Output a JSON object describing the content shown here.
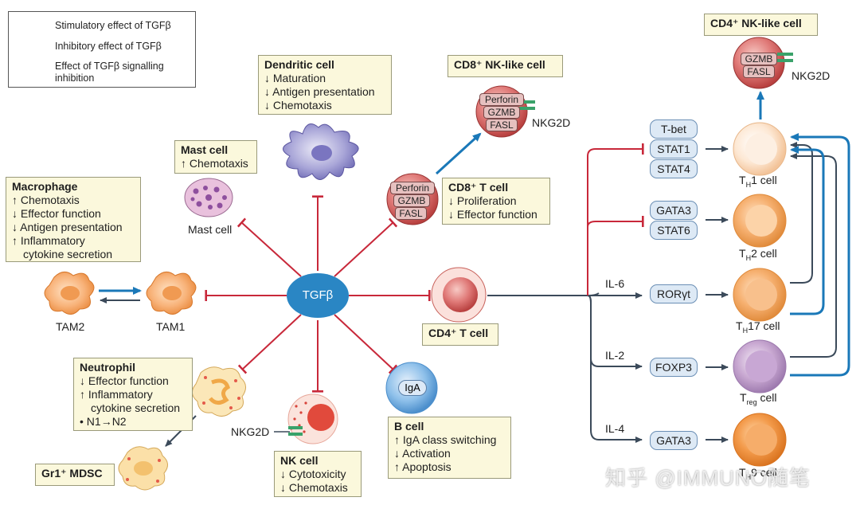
{
  "legend": {
    "stim": "Stimulatory effect of TGFβ",
    "inhib": "Inhibitory effect of TGFβ",
    "sig1": "Effect of TGFβ signalling",
    "sig2": "inhibition"
  },
  "center": "TGFβ",
  "dendritic": {
    "title": "Dendritic cell",
    "l1": "↓ Maturation",
    "l2": "↓ Antigen presentation",
    "l3": "↓ Chemotaxis"
  },
  "mast": {
    "title": "Mast cell",
    "l1": "↑ Chemotaxis",
    "label": "Mast cell"
  },
  "macrophage": {
    "title": "Macrophage",
    "l1": "↑ Chemotaxis",
    "l2": "↓ Effector function",
    "l3": "↓ Antigen presentation",
    "l4": "↑ Inflammatory",
    "l5": "cytokine secretion"
  },
  "tam": {
    "tam2": "TAM2",
    "tam1": "TAM1"
  },
  "neutrophil": {
    "title": "Neutrophil",
    "l1": "↓ Effector function",
    "l2": "↑ Inflammatory",
    "l3": "cytokine secretion",
    "l4": "• N1→N2"
  },
  "mdsc": {
    "title": "Gr1⁺ MDSC"
  },
  "nk": {
    "title": "NK cell",
    "l1": "↓ Cytotoxicity",
    "l2": "↓ Chemotaxis",
    "receptor": "NKG2D"
  },
  "bcell": {
    "title": "B cell",
    "l1": "↑ IgA class switching",
    "l2": "↓ Activation",
    "l3": "↑ Apoptosis",
    "iga": "IgA"
  },
  "cd8t": {
    "title": "CD8⁺ T cell",
    "l1": "↓ Proliferation",
    "l2": "↓ Effector function",
    "c1": "Perforin",
    "c2": "GZMB",
    "c3": "FASL"
  },
  "cd8nk": {
    "title": "CD8⁺ NK-like cell",
    "c1": "Perforin",
    "c2": "GZMB",
    "c3": "FASL",
    "receptor": "NKG2D"
  },
  "cd4t": {
    "title": "CD4⁺ T cell"
  },
  "cd4nk": {
    "title": "CD4⁺ NK-like cell",
    "c1": "GZMB",
    "c2": "FASL",
    "receptor": "NKG2D"
  },
  "tf": {
    "tbet": "T-bet",
    "stat1": "STAT1",
    "stat4": "STAT4",
    "gata3a": "GATA3",
    "stat6": "STAT6",
    "ror": "RORγt",
    "foxp3": "FOXP3",
    "gata3b": "GATA3"
  },
  "cytokines": {
    "il6": "IL-6",
    "il2": "IL-2",
    "il4": "IL-4"
  },
  "subsets": {
    "th1": "T",
    "th1s": "H",
    "th1e": "1 cell",
    "th2": "T",
    "th2s": "H",
    "th2e": "2 cell",
    "th17": "T",
    "th17s": "H",
    "th17e": "17 cell",
    "treg": "T",
    "tregs": "reg",
    "trege": " cell",
    "th9": "T",
    "th9s": "H",
    "th9e": "9 cell"
  },
  "watermark": "知乎 @IMMUNO随笔",
  "colors": {
    "stim": "#3b4a5a",
    "inhib": "#c8283a",
    "sig": "#1a78b8",
    "tgf": "#2a86c4"
  }
}
